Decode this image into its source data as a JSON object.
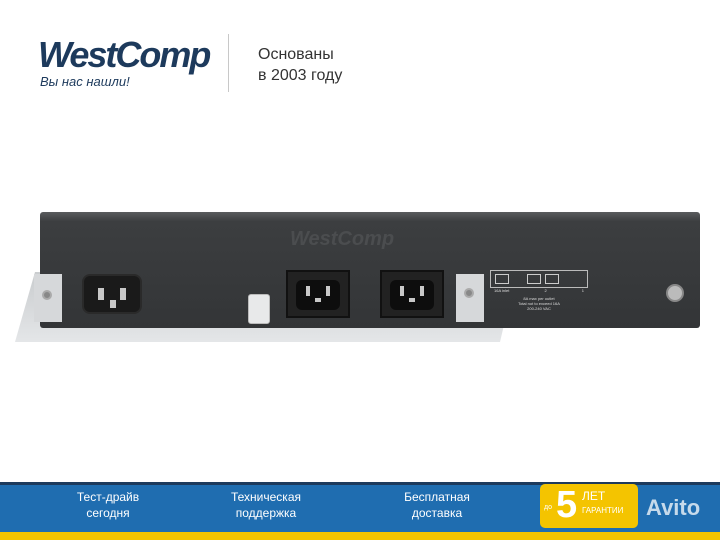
{
  "header": {
    "logo": "WestComp",
    "slogan": "Вы нас нашли!",
    "founded_line1": "Основаны",
    "founded_line2": "в 2003 году"
  },
  "product": {
    "device_logo": "WestComp",
    "label": {
      "inlet": "16A inlet",
      "outlet2": "2",
      "outlet1": "1",
      "line1": "8A max per outlet",
      "line2": "Total not to exceed 16A",
      "line3": "200-240 VAC"
    }
  },
  "banner": {
    "features": [
      {
        "line1": "Тест-драйв",
        "line2": "сегодня"
      },
      {
        "line1": "Техническая",
        "line2": "поддержка"
      },
      {
        "line1": "Бесплатная",
        "line2": "доставка"
      }
    ],
    "warranty": {
      "prefix": "до",
      "number": "5",
      "unit": "ЛЕТ",
      "text": "ГАРАНТИИ"
    },
    "watermark": "Avito",
    "colors": {
      "blue": "#1f6db0",
      "yellow": "#f4c400",
      "navy": "#1d3a5c"
    }
  }
}
